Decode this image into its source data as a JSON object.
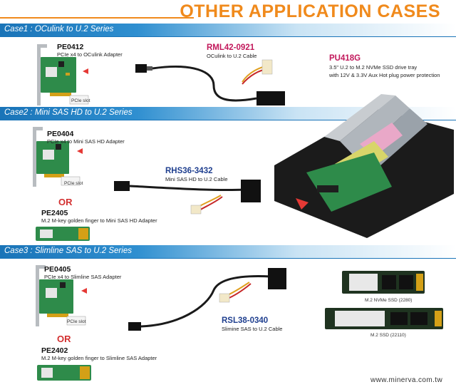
{
  "header": {
    "title": "OTHER APPLICATION CASES"
  },
  "cases": [
    {
      "label": "Case1 : OCulink to U.2 Series",
      "adapter": {
        "part": "PE0412",
        "desc": "PCIe x4 to OCulink Adapter"
      },
      "cable": {
        "part": "RML42-0921",
        "desc": "OCulink to U.2 Cable"
      }
    },
    {
      "label": "Case2 : Mini SAS HD to U.2 Series",
      "adapter": {
        "part": "PE0404",
        "desc": "PCIe x4 to Mini SAS HD Adapter"
      },
      "or": "OR",
      "alt": {
        "part": "PE2405",
        "desc": "M.2 M-key golden finger to Mini SAS HD Adapter"
      },
      "cable": {
        "part": "RHS36-3432",
        "desc": "Mini SAS HD to U.2 Cable"
      }
    },
    {
      "label": "Case3 : Slimline SAS to U.2 Series",
      "adapter": {
        "part": "PE0405",
        "desc": "PCIe x4 to Slimline SAS Adapter"
      },
      "or": "OR",
      "alt": {
        "part": "PE2402",
        "desc": "M.2 M-key golden finger to Slimline SAS Adapter"
      },
      "cable": {
        "part": "RSL38-0340",
        "desc": "Slimine SAS to U.2 Cable"
      }
    }
  ],
  "tray": {
    "part": "PU418G",
    "desc_line1": "3.5\" U.2 to M.2 NVMe SSD drive tray",
    "desc_line2": "with 12V & 3.3V Aux Hot plug power protection"
  },
  "ssd1": {
    "caption": "M.2 NVMe SSD (2280)"
  },
  "ssd2": {
    "caption": "M.2 SSD (22110)"
  },
  "card_slot_label": "PCIe slot",
  "footer": {
    "website": "www.minerva.com.tw"
  },
  "colors": {
    "accent": "#f08a1c",
    "case_bar": "#1a74b8",
    "cable_part": "#c2185b",
    "tray_part": "#1f3f8f",
    "or": "#d32f2f"
  }
}
